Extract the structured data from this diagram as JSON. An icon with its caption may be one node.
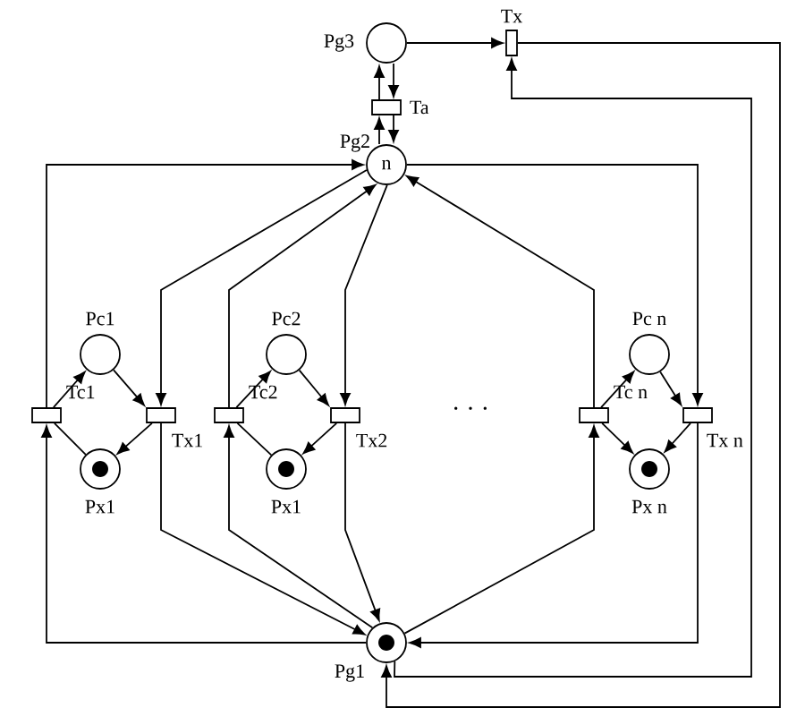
{
  "diagram": {
    "nodes": [
      {
        "text": [],
        "shape": "circle",
        "beside": [
          "Pg3"
        ]
      },
      {
        "text": [],
        "shape": "box",
        "beside": [
          "Tx"
        ]
      },
      {
        "text": [],
        "shape": "box",
        "beside": [
          "Ta"
        ]
      },
      {
        "text": [
          "n"
        ],
        "beside": [
          "Pg2"
        ]
      },
      {
        "text": [],
        "shape": "circle",
        "beside": [
          "Pc1"
        ]
      },
      {
        "text": [],
        "shape": "circle",
        "beside": [
          "Pc2"
        ]
      },
      {
        "text": [],
        "shape": "circle",
        "beside": [
          "Pc n"
        ]
      },
      {
        "text": [],
        "shape": "box",
        "beside": [
          "Tc1"
        ]
      },
      {
        "text": [],
        "shape": "box",
        "beside": [
          "Tx1"
        ]
      },
      {
        "text": [],
        "shape": "box",
        "beside": [
          "Tc2"
        ]
      },
      {
        "text": [],
        "shape": "box",
        "beside": [
          "Tx2"
        ]
      },
      {
        "text": [],
        "shape": "box",
        "beside": [
          "Tc n"
        ]
      },
      {
        "text": [],
        "shape": "box",
        "beside": [
          "Tx n"
        ]
      },
      {
        "text": [],
        "shape": "circle",
        "beside": [
          "Px1"
        ]
      },
      {
        "text": [],
        "shape": "circle",
        "beside": [
          "Px1"
        ]
      },
      {
        "text": [],
        "shape": "circle",
        "beside": [
          "Px n"
        ]
      },
      {
        "text": [],
        "shape": "circle",
        "beside": [
          "Pg1"
        ]
      }
    ],
    "edges": [
      {
        "from": 3,
        "to": 2,
        "arrow": "to"
      },
      {
        "from": 2,
        "to": 3,
        "arrow": "to"
      },
      {
        "from": 2,
        "to": 0,
        "arrow": "to"
      },
      {
        "from": 0,
        "to": 2,
        "arrow": "to"
      },
      {
        "from": 0,
        "to": 1,
        "arrow": "to"
      },
      {
        "from": 1,
        "to": 16,
        "arrow": "to"
      },
      {
        "from": 16,
        "to": 1,
        "arrow": "to"
      },
      {
        "from": 7,
        "to": 4,
        "arrow": "to"
      },
      {
        "from": 4,
        "to": 8,
        "arrow": "to"
      },
      {
        "from": 8,
        "to": 13,
        "arrow": "to"
      },
      {
        "from": 13,
        "to": 7,
        "arrow": "none"
      },
      {
        "from": 7,
        "to": 3,
        "arrow": "to"
      },
      {
        "from": 3,
        "to": 8,
        "arrow": "to"
      },
      {
        "from": 16,
        "to": 7,
        "arrow": "to"
      },
      {
        "from": 8,
        "to": 16,
        "arrow": "to"
      },
      {
        "from": 9,
        "to": 5,
        "arrow": "to"
      },
      {
        "from": 5,
        "to": 10,
        "arrow": "to"
      },
      {
        "from": 10,
        "to": 14,
        "arrow": "to"
      },
      {
        "from": 14,
        "to": 9,
        "arrow": "none"
      },
      {
        "from": 9,
        "to": 3,
        "arrow": "to"
      },
      {
        "from": 3,
        "to": 10,
        "arrow": "to"
      },
      {
        "from": 16,
        "to": 9,
        "arrow": "to"
      },
      {
        "from": 10,
        "to": 16,
        "arrow": "to"
      },
      {
        "from": 11,
        "to": 6,
        "arrow": "to"
      },
      {
        "from": 6,
        "to": 12,
        "arrow": "to"
      },
      {
        "from": 12,
        "to": 15,
        "arrow": "to"
      },
      {
        "from": 11,
        "to": 15,
        "arrow": "to"
      },
      {
        "from": 11,
        "to": 3,
        "arrow": "to"
      },
      {
        "from": 3,
        "to": 12,
        "arrow": "to"
      },
      {
        "from": 16,
        "to": 11,
        "arrow": "to"
      },
      {
        "from": 12,
        "to": 16,
        "arrow": "to"
      }
    ],
    "labels": [
      "· · ·"
    ]
  }
}
